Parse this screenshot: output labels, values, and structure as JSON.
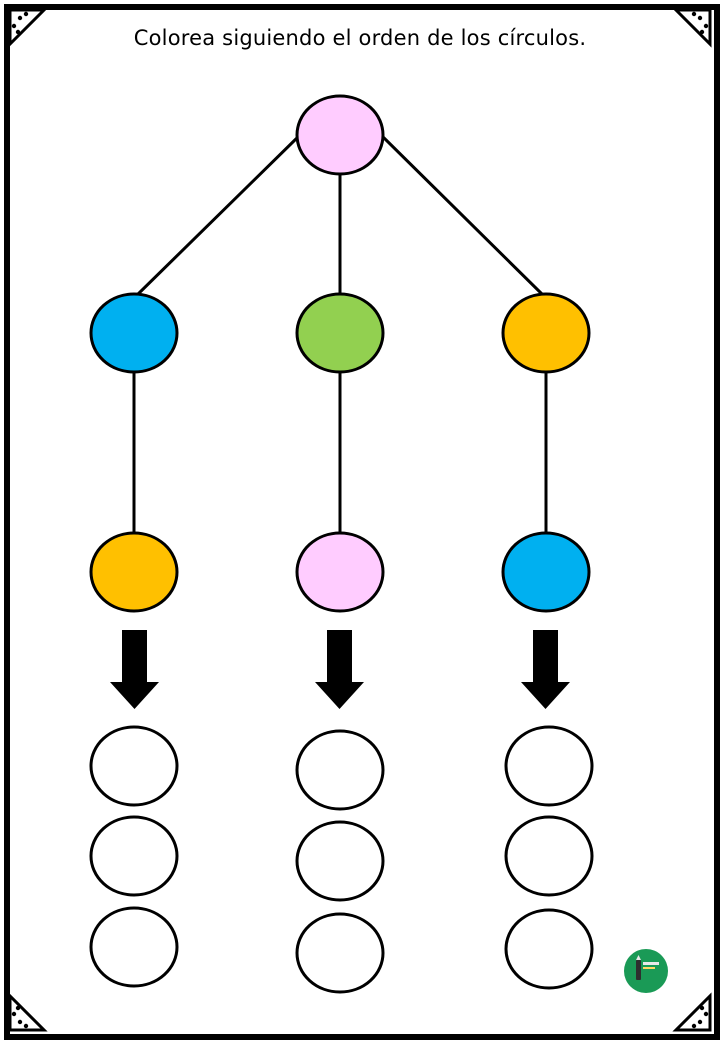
{
  "worksheet": {
    "instruction": "Colorea siguiendo el orden de los círculos."
  },
  "colors": {
    "pink": "#ffccff",
    "blue": "#00b0f0",
    "green": "#92d050",
    "orange": "#ffc000",
    "outline": "#000000",
    "empty": "#ffffff",
    "logo_green": "#1a9a56"
  },
  "tree": {
    "root": {
      "color": "pink"
    },
    "branches": [
      {
        "first": "blue",
        "second": "orange",
        "answer_slots": 3
      },
      {
        "first": "green",
        "second": "pink",
        "answer_slots": 3
      },
      {
        "first": "orange",
        "second": "blue",
        "answer_slots": 3
      }
    ]
  },
  "icons": {
    "corner": "dotted-corner-icon",
    "arrow": "arrow-down-icon",
    "logo": "pencil-logo-icon"
  }
}
